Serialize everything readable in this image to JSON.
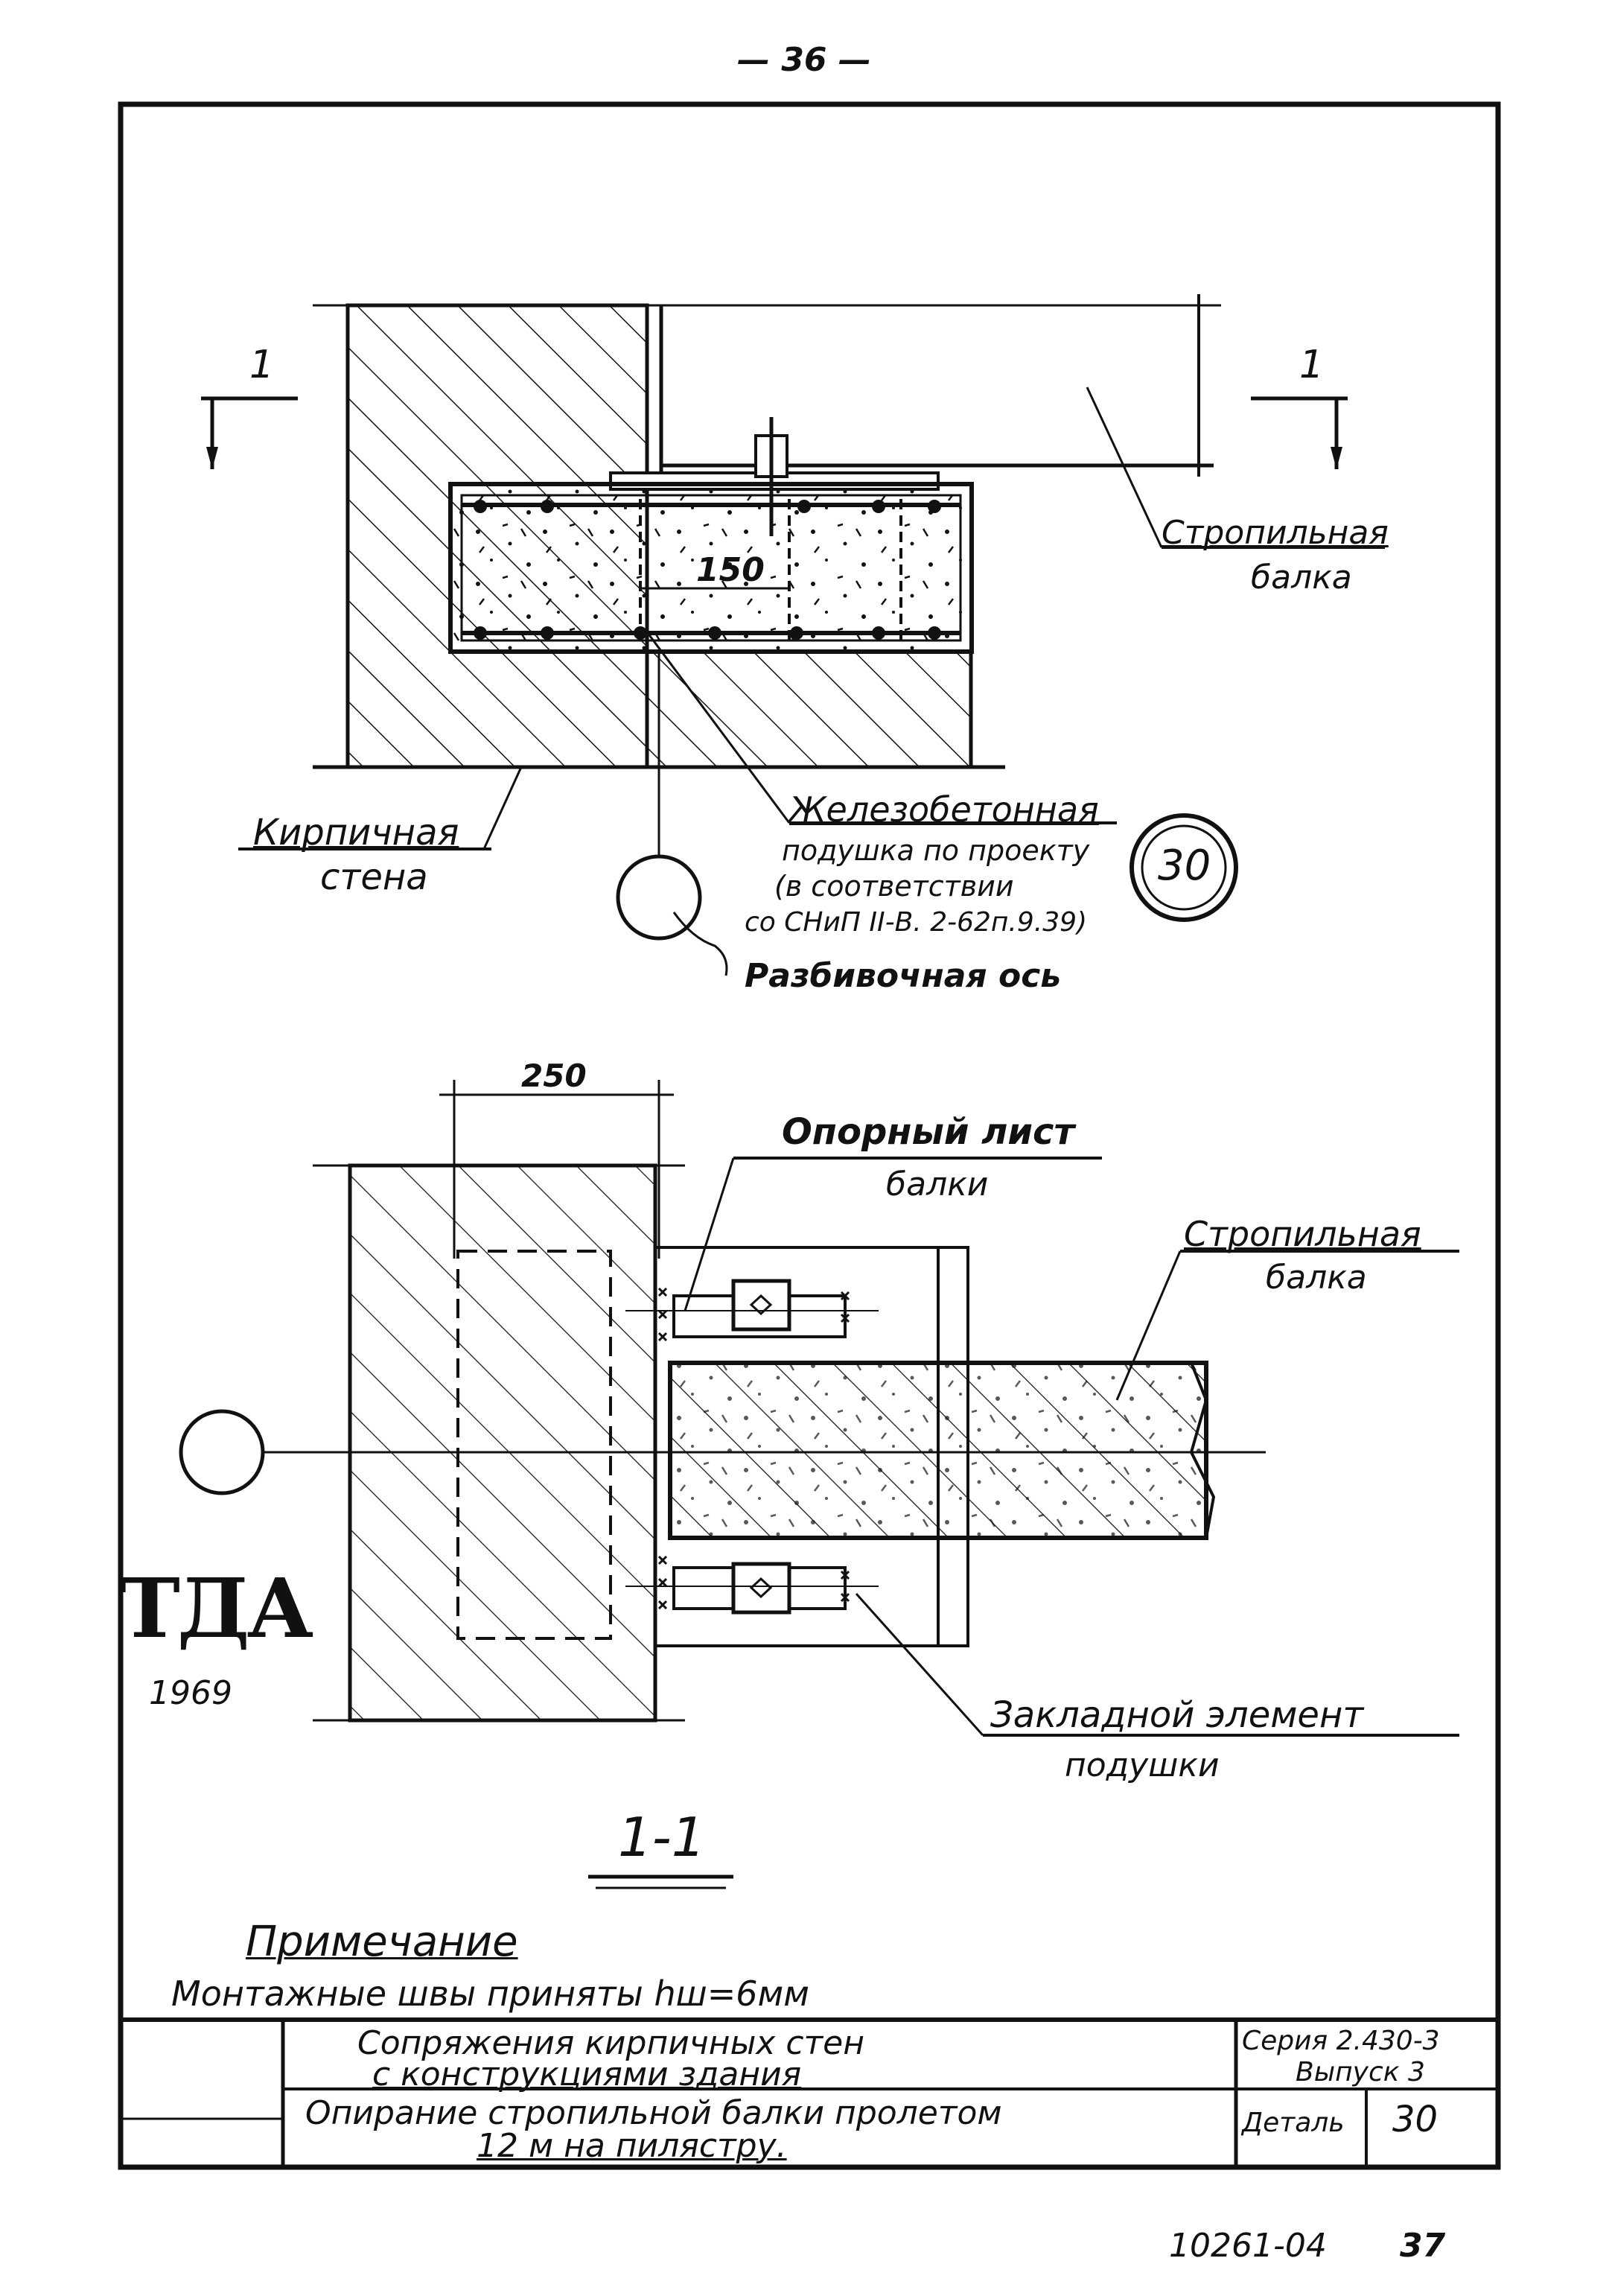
{
  "page_number": "— 36 —",
  "top_view": {
    "section_mark_left": "1",
    "section_mark_right": "1",
    "dim_150": "150",
    "label_beam": [
      "Стропильная",
      "балка"
    ],
    "label_wall": [
      "Кирпичная",
      "стена"
    ],
    "label_pad": [
      "Железобетонная",
      "подушка по проекту",
      "(в соответствии",
      "со СНиП II-В. 2-62п.9.39)"
    ],
    "label_axis": "Разбивочная ось",
    "detail_number": "30"
  },
  "section_view": {
    "dim_250": "250",
    "label_plate": [
      "Опорный лист",
      "балки"
    ],
    "label_beam": [
      "Стропильная",
      "балка"
    ],
    "label_embed": [
      "Закладной элемент",
      "подушки"
    ],
    "section_title": "1-1"
  },
  "note": {
    "title": "Примечание",
    "text": "Монтажные швы приняты hш=6мм"
  },
  "title_block": {
    "logo": "ТДА",
    "year": "1969",
    "title_line1": "Сопряжения кирпичных стен",
    "title_line2": "с конструкциями здания",
    "subtitle_line1": "Опирание стропильной балки пролетом",
    "subtitle_line2": "12 м на пилястру.",
    "series_line1": "Серия 2.430-3",
    "series_line2": "Выпуск 3",
    "detail_label": "Деталь",
    "detail_value": "30"
  },
  "doc_code": "10261-04",
  "sheet_number": "37"
}
